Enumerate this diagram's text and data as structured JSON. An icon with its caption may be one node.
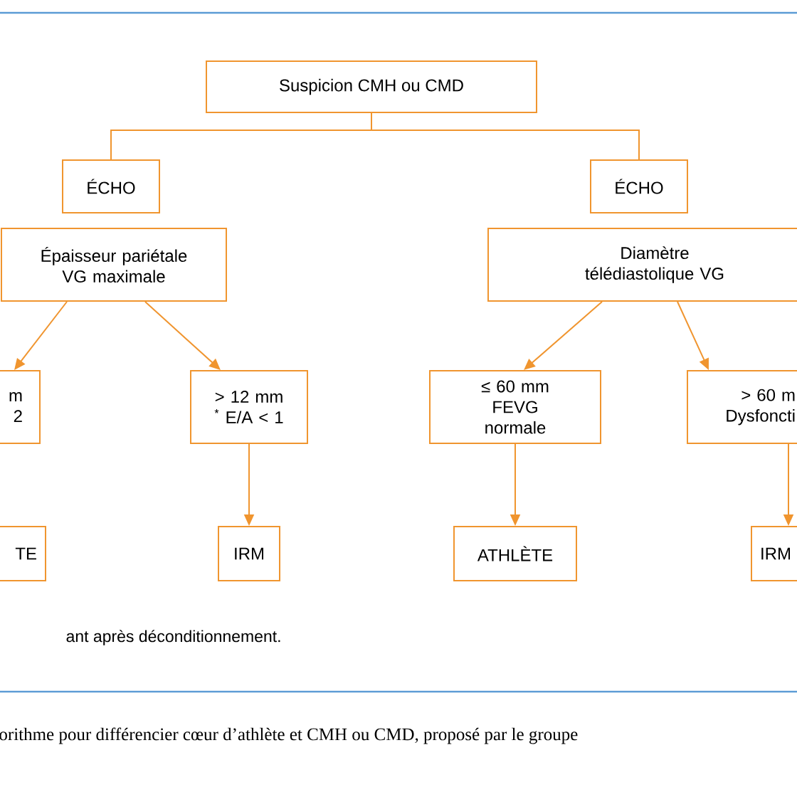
{
  "diagram": {
    "caption": "orithme pour différencier cœur d’athlète et CMH ou CMD, proposé par le groupe",
    "nodes": [
      {
        "text": [
          "Suspicion CMH ou CMD"
        ]
      },
      {
        "text": [
          "ÉCHO"
        ]
      },
      {
        "text": [
          "ÉCHO"
        ]
      },
      {
        "text": [
          "Épaisseur pariétale VG maximale"
        ]
      },
      {
        "text": [
          "Diamètre télédiastolique VG"
        ]
      },
      {
        "text": [
          "m 2"
        ]
      },
      {
        "text": [
          "> 12 mm $^{*}$ E/A < 1"
        ]
      },
      {
        "text": [
          "≤ 60 mm FEVG normale"
        ]
      },
      {
        "text": [
          "> 60 m Dysfoncti"
        ]
      },
      {
        "text": [
          "TE"
        ]
      },
      {
        "text": [
          "IRM"
        ]
      },
      {
        "text": [
          "ATHLÈTE"
        ]
      },
      {
        "text": [
          "IRM"
        ]
      }
    ],
    "edges": [
      {
        "from": 0,
        "to": 1,
        "arrow": "none"
      },
      {
        "from": 0,
        "to": 2,
        "arrow": "none"
      },
      {
        "from": 3,
        "to": 5,
        "arrow": "to"
      },
      {
        "from": 3,
        "to": 6,
        "arrow": "to"
      },
      {
        "from": 4,
        "to": 7,
        "arrow": "to"
      },
      {
        "from": 4,
        "to": 8,
        "arrow": "to"
      },
      {
        "from": 6,
        "to": 10,
        "arrow": "to"
      },
      {
        "from": 7,
        "to": 11,
        "arrow": "to"
      },
      {
        "from": 8,
        "to": 12,
        "arrow": "to"
      }
    ],
    "labels": [
      "ant après déconditionnement."
    ]
  }
}
